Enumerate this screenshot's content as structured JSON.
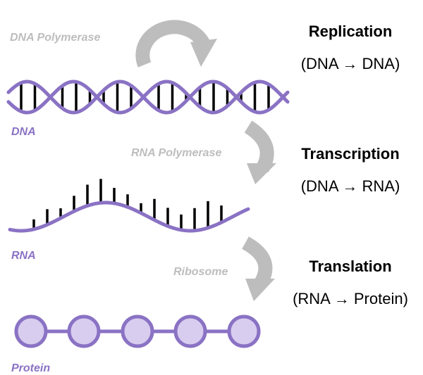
{
  "molecules": {
    "dna": "DNA",
    "rna": "RNA",
    "protein": "Protein"
  },
  "enzymes": {
    "dna_polymerase": "DNA Polymerase",
    "rna_polymerase": "RNA Polymerase",
    "ribosome": "Ribosome"
  },
  "steps": [
    {
      "title": "Replication",
      "equation": "(DNA → DNA)"
    },
    {
      "title": "Transcription",
      "equation": "(DNA → RNA)"
    },
    {
      "title": "Translation",
      "equation": "(RNA → Protein)"
    }
  ],
  "colors": {
    "strand": "#8a72c4",
    "arrow": "#bdbdbd",
    "bead_fill": "#d8cdef",
    "base": "#000000"
  }
}
